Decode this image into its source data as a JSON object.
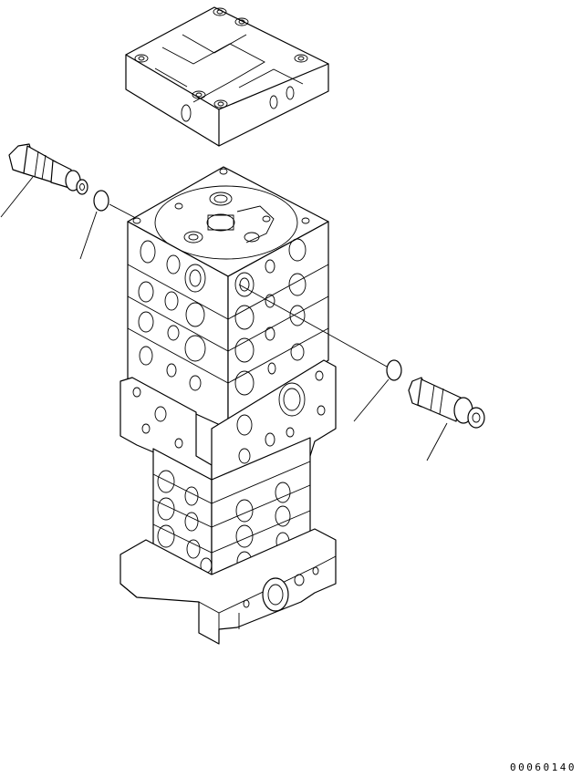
{
  "diagram": {
    "figure_number": "00060140",
    "parts": [
      "valve-cover-block",
      "relief-valve",
      "o-ring",
      "control-valve-stack",
      "valve-base"
    ]
  }
}
